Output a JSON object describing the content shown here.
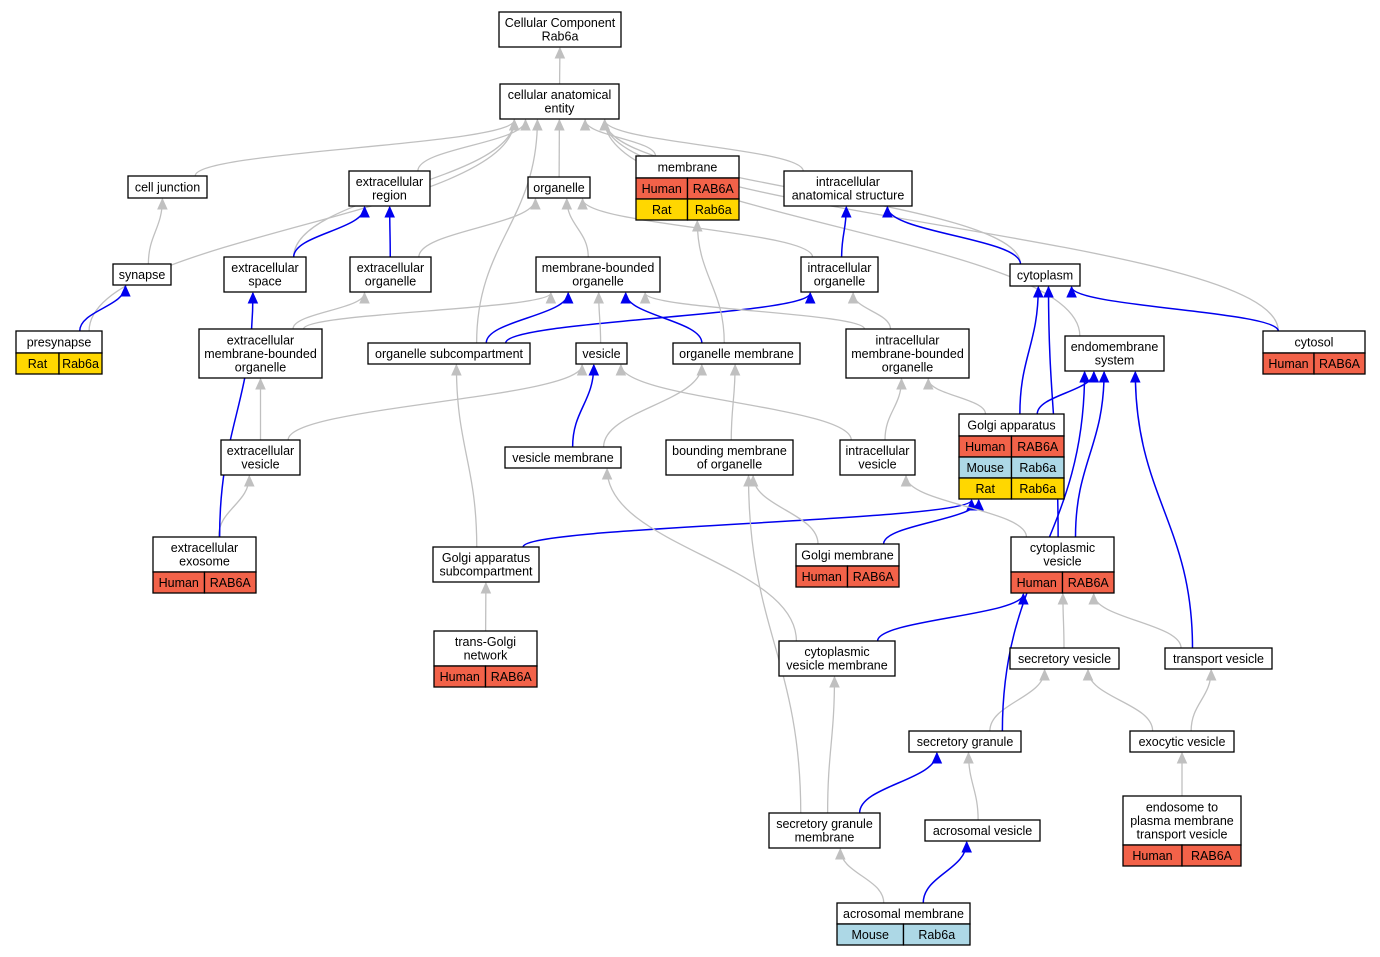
{
  "colors": {
    "Human": "#f26249",
    "Rat": "#ffd700",
    "Mouse": "#add8e6",
    "edge_is_a": "#c0c0c0",
    "edge_part_of": "#0000ee"
  },
  "nodes": [
    {
      "id": "root",
      "lines": [
        "Cellular Component",
        "Rab6a"
      ],
      "annotations": []
    },
    {
      "id": "cae",
      "lines": [
        "cellular anatomical",
        "entity"
      ],
      "annotations": []
    },
    {
      "id": "membrane",
      "lines": [
        "membrane"
      ],
      "annotations": [
        {
          "species": "Human",
          "gene": "RAB6A"
        },
        {
          "species": "Rat",
          "gene": "Rab6a"
        }
      ]
    },
    {
      "id": "celljunction",
      "lines": [
        "cell junction"
      ],
      "annotations": []
    },
    {
      "id": "ecregion",
      "lines": [
        "extracellular",
        "region"
      ],
      "annotations": []
    },
    {
      "id": "organelle",
      "lines": [
        "organelle"
      ],
      "annotations": []
    },
    {
      "id": "ias",
      "lines": [
        "intracellular",
        "anatomical structure"
      ],
      "annotations": []
    },
    {
      "id": "synapse",
      "lines": [
        "synapse"
      ],
      "annotations": []
    },
    {
      "id": "ecspace",
      "lines": [
        "extracellular",
        "space"
      ],
      "annotations": []
    },
    {
      "id": "ecorganelle",
      "lines": [
        "extracellular",
        "organelle"
      ],
      "annotations": []
    },
    {
      "id": "mbo",
      "lines": [
        "membrane-bounded",
        "organelle"
      ],
      "annotations": []
    },
    {
      "id": "icorganelle",
      "lines": [
        "intracellular",
        "organelle"
      ],
      "annotations": []
    },
    {
      "id": "cytoplasm",
      "lines": [
        "cytoplasm"
      ],
      "annotations": []
    },
    {
      "id": "presynapse",
      "lines": [
        "presynapse"
      ],
      "annotations": [
        {
          "species": "Rat",
          "gene": "Rab6a"
        }
      ]
    },
    {
      "id": "embo",
      "lines": [
        "extracellular",
        "membrane-bounded",
        "organelle"
      ],
      "annotations": []
    },
    {
      "id": "orgsub",
      "lines": [
        "organelle subcompartment"
      ],
      "annotations": []
    },
    {
      "id": "vesicle",
      "lines": [
        "vesicle"
      ],
      "annotations": []
    },
    {
      "id": "orgmem",
      "lines": [
        "organelle membrane"
      ],
      "annotations": []
    },
    {
      "id": "imbo",
      "lines": [
        "intracellular",
        "membrane-bounded",
        "organelle"
      ],
      "annotations": []
    },
    {
      "id": "endomem",
      "lines": [
        "endomembrane",
        "system"
      ],
      "annotations": []
    },
    {
      "id": "cytosol",
      "lines": [
        "cytosol"
      ],
      "annotations": [
        {
          "species": "Human",
          "gene": "RAB6A"
        }
      ]
    },
    {
      "id": "golgi",
      "lines": [
        "Golgi apparatus"
      ],
      "annotations": [
        {
          "species": "Human",
          "gene": "RAB6A"
        },
        {
          "species": "Mouse",
          "gene": "Rab6a"
        },
        {
          "species": "Rat",
          "gene": "Rab6a"
        }
      ]
    },
    {
      "id": "ecvesicle",
      "lines": [
        "extracellular",
        "vesicle"
      ],
      "annotations": []
    },
    {
      "id": "vesmem",
      "lines": [
        "vesicle membrane"
      ],
      "annotations": []
    },
    {
      "id": "boundmem",
      "lines": [
        "bounding membrane",
        "of organelle"
      ],
      "annotations": []
    },
    {
      "id": "icvesicle",
      "lines": [
        "intracellular",
        "vesicle"
      ],
      "annotations": []
    },
    {
      "id": "exosome",
      "lines": [
        "extracellular",
        "exosome"
      ],
      "annotations": [
        {
          "species": "Human",
          "gene": "RAB6A"
        }
      ]
    },
    {
      "id": "golgisub",
      "lines": [
        "Golgi apparatus",
        "subcompartment"
      ],
      "annotations": []
    },
    {
      "id": "golgimem",
      "lines": [
        "Golgi membrane"
      ],
      "annotations": [
        {
          "species": "Human",
          "gene": "RAB6A"
        }
      ]
    },
    {
      "id": "cytovesicle",
      "lines": [
        "cytoplasmic",
        "vesicle"
      ],
      "annotations": [
        {
          "species": "Human",
          "gene": "RAB6A"
        }
      ]
    },
    {
      "id": "tgn",
      "lines": [
        "trans-Golgi",
        "network"
      ],
      "annotations": [
        {
          "species": "Human",
          "gene": "RAB6A"
        }
      ]
    },
    {
      "id": "cvm",
      "lines": [
        "cytoplasmic",
        "vesicle membrane"
      ],
      "annotations": []
    },
    {
      "id": "secvesicle",
      "lines": [
        "secretory vesicle"
      ],
      "annotations": []
    },
    {
      "id": "transvesicle",
      "lines": [
        "transport vesicle"
      ],
      "annotations": []
    },
    {
      "id": "secgranule",
      "lines": [
        "secretory granule"
      ],
      "annotations": []
    },
    {
      "id": "exocytic",
      "lines": [
        "exocytic vesicle"
      ],
      "annotations": []
    },
    {
      "id": "sgm",
      "lines": [
        "secretory granule",
        "membrane"
      ],
      "annotations": []
    },
    {
      "id": "acrovesicle",
      "lines": [
        "acrosomal vesicle"
      ],
      "annotations": []
    },
    {
      "id": "endopm",
      "lines": [
        "endosome to",
        "plasma membrane",
        "transport vesicle"
      ],
      "annotations": [
        {
          "species": "Human",
          "gene": "RAB6A"
        }
      ]
    },
    {
      "id": "acromem",
      "lines": [
        "acrosomal membrane"
      ],
      "annotations": [
        {
          "species": "Mouse",
          "gene": "Rab6a"
        }
      ]
    }
  ],
  "edges": [
    {
      "from": "cae",
      "to": "root",
      "type": "is_a"
    },
    {
      "from": "membrane",
      "to": "cae",
      "type": "is_a"
    },
    {
      "from": "celljunction",
      "to": "cae",
      "type": "is_a"
    },
    {
      "from": "ecregion",
      "to": "cae",
      "type": "is_a"
    },
    {
      "from": "organelle",
      "to": "cae",
      "type": "is_a"
    },
    {
      "from": "ias",
      "to": "cae",
      "type": "is_a"
    },
    {
      "from": "presynapse",
      "to": "cae",
      "type": "is_a"
    },
    {
      "from": "ecspace",
      "to": "cae",
      "type": "is_a"
    },
    {
      "from": "orgsub",
      "to": "cae",
      "type": "is_a"
    },
    {
      "from": "cytoplasm",
      "to": "cae",
      "type": "is_a"
    },
    {
      "from": "endomem",
      "to": "cae",
      "type": "is_a"
    },
    {
      "from": "cytosol",
      "to": "cae",
      "type": "is_a"
    },
    {
      "from": "synapse",
      "to": "celljunction",
      "type": "is_a"
    },
    {
      "from": "presynapse",
      "to": "synapse",
      "type": "part_of"
    },
    {
      "from": "ecspace",
      "to": "ecregion",
      "type": "part_of"
    },
    {
      "from": "ecorganelle",
      "to": "ecregion",
      "type": "part_of"
    },
    {
      "from": "ecorganelle",
      "to": "organelle",
      "type": "is_a"
    },
    {
      "from": "mbo",
      "to": "organelle",
      "type": "is_a"
    },
    {
      "from": "icorganelle",
      "to": "organelle",
      "type": "is_a"
    },
    {
      "from": "icorganelle",
      "to": "ias",
      "type": "part_of"
    },
    {
      "from": "cytoplasm",
      "to": "ias",
      "type": "part_of"
    },
    {
      "from": "cytosol",
      "to": "cytoplasm",
      "type": "part_of"
    },
    {
      "from": "embo",
      "to": "ecorganelle",
      "type": "is_a"
    },
    {
      "from": "embo",
      "to": "mbo",
      "type": "is_a"
    },
    {
      "from": "orgsub",
      "to": "mbo",
      "type": "part_of"
    },
    {
      "from": "orgsub",
      "to": "icorganelle",
      "type": "part_of"
    },
    {
      "from": "vesicle",
      "to": "mbo",
      "type": "is_a"
    },
    {
      "from": "orgmem",
      "to": "mbo",
      "type": "part_of"
    },
    {
      "from": "orgmem",
      "to": "membrane",
      "type": "is_a"
    },
    {
      "from": "imbo",
      "to": "mbo",
      "type": "is_a"
    },
    {
      "from": "imbo",
      "to": "icorganelle",
      "type": "is_a"
    },
    {
      "from": "ecvesicle",
      "to": "embo",
      "type": "is_a"
    },
    {
      "from": "ecvesicle",
      "to": "vesicle",
      "type": "is_a"
    },
    {
      "from": "vesmem",
      "to": "vesicle",
      "type": "part_of"
    },
    {
      "from": "vesmem",
      "to": "orgmem",
      "type": "is_a"
    },
    {
      "from": "boundmem",
      "to": "orgmem",
      "type": "is_a"
    },
    {
      "from": "icvesicle",
      "to": "vesicle",
      "type": "is_a"
    },
    {
      "from": "icvesicle",
      "to": "imbo",
      "type": "is_a"
    },
    {
      "from": "golgi",
      "to": "imbo",
      "type": "is_a"
    },
    {
      "from": "golgi",
      "to": "endomem",
      "type": "part_of"
    },
    {
      "from": "golgi",
      "to": "cytoplasm",
      "type": "part_of"
    },
    {
      "from": "exosome",
      "to": "ecvesicle",
      "type": "is_a"
    },
    {
      "from": "exosome",
      "to": "ecspace",
      "type": "part_of"
    },
    {
      "from": "golgisub",
      "to": "orgsub",
      "type": "is_a"
    },
    {
      "from": "golgisub",
      "to": "golgi",
      "type": "part_of"
    },
    {
      "from": "tgn",
      "to": "golgisub",
      "type": "is_a"
    },
    {
      "from": "golgimem",
      "to": "boundmem",
      "type": "is_a"
    },
    {
      "from": "golgimem",
      "to": "golgi",
      "type": "part_of"
    },
    {
      "from": "cytovesicle",
      "to": "icvesicle",
      "type": "is_a"
    },
    {
      "from": "cytovesicle",
      "to": "cytoplasm",
      "type": "part_of"
    },
    {
      "from": "cytovesicle",
      "to": "endomem",
      "type": "part_of"
    },
    {
      "from": "cvm",
      "to": "vesmem",
      "type": "is_a"
    },
    {
      "from": "cvm",
      "to": "cytovesicle",
      "type": "part_of"
    },
    {
      "from": "secvesicle",
      "to": "cytovesicle",
      "type": "is_a"
    },
    {
      "from": "transvesicle",
      "to": "cytovesicle",
      "type": "is_a"
    },
    {
      "from": "transvesicle",
      "to": "endomem",
      "type": "part_of"
    },
    {
      "from": "secgranule",
      "to": "secvesicle",
      "type": "is_a"
    },
    {
      "from": "secgranule",
      "to": "endomem",
      "type": "part_of"
    },
    {
      "from": "exocytic",
      "to": "secvesicle",
      "type": "is_a"
    },
    {
      "from": "exocytic",
      "to": "transvesicle",
      "type": "is_a"
    },
    {
      "from": "sgm",
      "to": "boundmem",
      "type": "is_a"
    },
    {
      "from": "sgm",
      "to": "cvm",
      "type": "is_a"
    },
    {
      "from": "sgm",
      "to": "secgranule",
      "type": "part_of"
    },
    {
      "from": "acrovesicle",
      "to": "secgranule",
      "type": "is_a"
    },
    {
      "from": "endopm",
      "to": "exocytic",
      "type": "is_a"
    },
    {
      "from": "acromem",
      "to": "sgm",
      "type": "is_a"
    },
    {
      "from": "acromem",
      "to": "acrovesicle",
      "type": "part_of"
    }
  ]
}
